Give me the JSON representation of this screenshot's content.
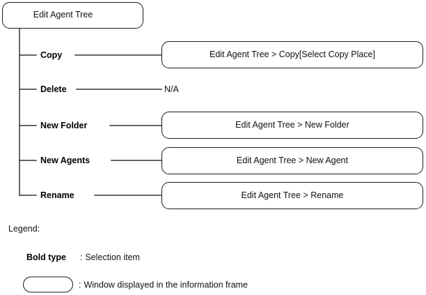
{
  "diagram": {
    "root": {
      "label": "Edit Agent Tree",
      "shape": "rounded-window"
    },
    "rows": [
      {
        "selection": "Copy",
        "destination": "Edit Agent Tree > Copy[Select Copy Place]",
        "destination_type": "window"
      },
      {
        "selection": "Delete",
        "destination": "N/A",
        "destination_type": "text"
      },
      {
        "selection": "New Folder",
        "destination": "Edit Agent Tree > New Folder",
        "destination_type": "window"
      },
      {
        "selection": "New Agents",
        "destination": "Edit Agent Tree > New Agent",
        "destination_type": "window"
      },
      {
        "selection": "Rename",
        "destination": "Edit Agent Tree > Rename",
        "destination_type": "window"
      }
    ]
  },
  "legend": {
    "title": "Legend:",
    "entries": [
      {
        "sample_text": "Bold type",
        "separator": ":",
        "description": "Selection item"
      },
      {
        "sample_shape": "rounded-rectangle",
        "separator": ":",
        "description": "Window displayed in the information frame"
      }
    ]
  },
  "colors": {
    "stroke": "#1a1a1a",
    "text": "#111111",
    "background": "#ffffff"
  }
}
